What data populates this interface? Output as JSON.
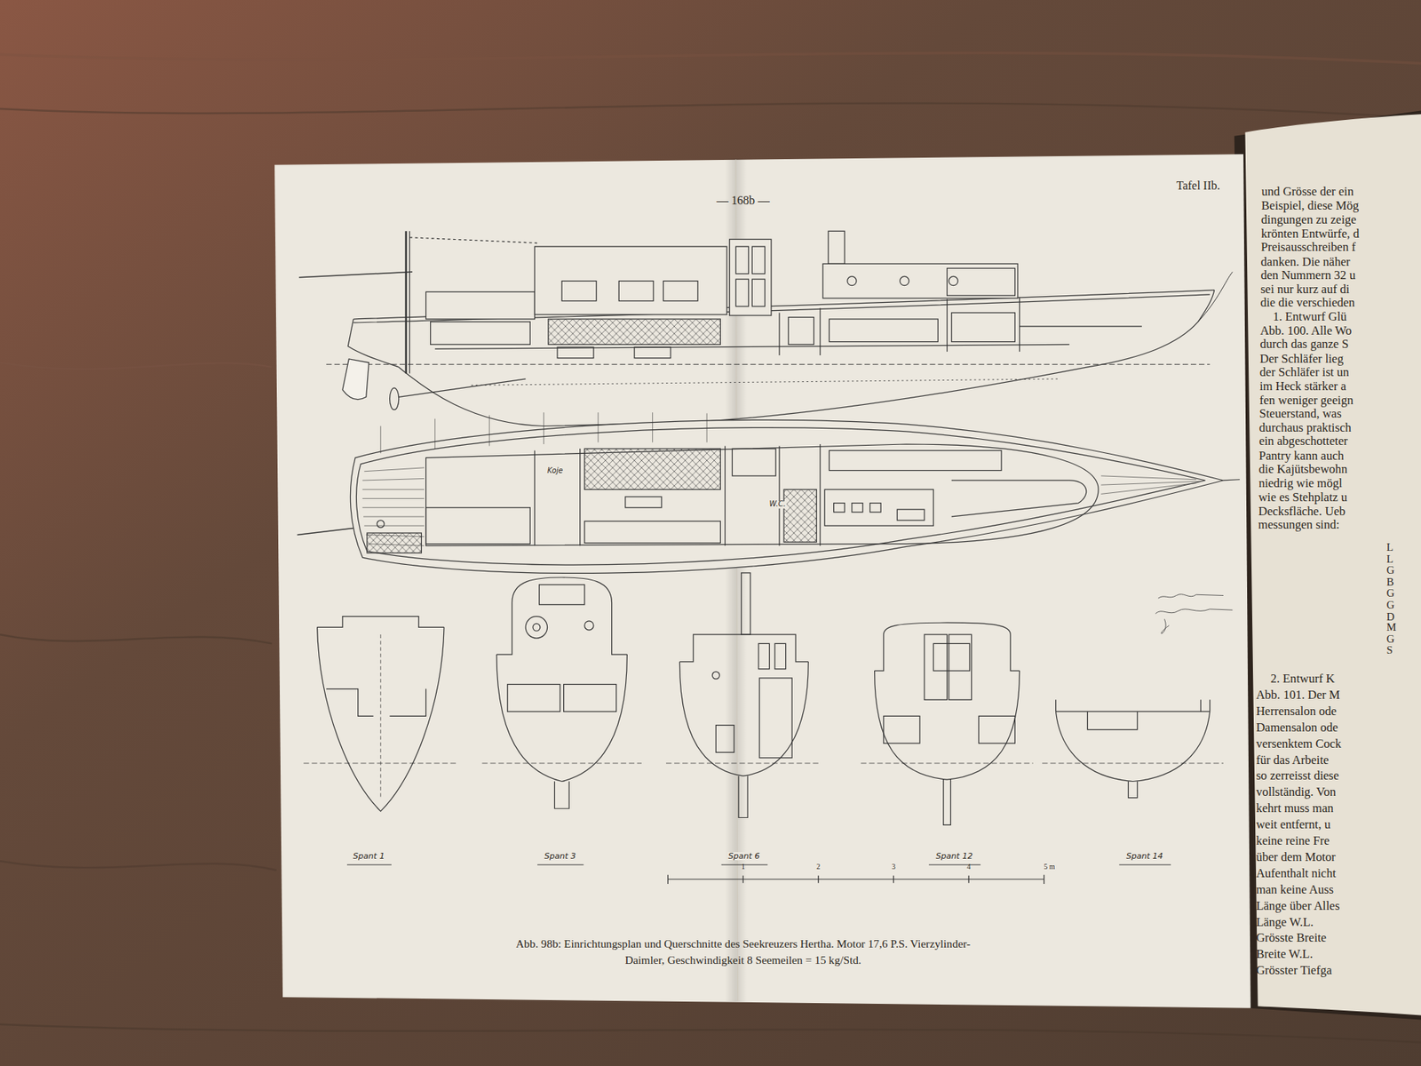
{
  "diagram": {
    "caption": "Abb. 98b: Einrichtungsplan und Querschnitte des Seekreuzers Hertha. Motor 17,6 P.S. Vierzylinder-Daimler, Geschwindigkeit 8 Seemeilen = 15 kg/Std.",
    "labels": [
      "— 168b —",
      "Tafel IIb.",
      "Koje",
      "W.C.",
      "Spant 1",
      "Spant 3",
      "Spant 6",
      "Spant 12",
      "Spant 14",
      "1",
      "2",
      "3",
      "4",
      "5 m",
      "und Grösse der ein",
      "Beispiel, diese Mög",
      "dingungen zu zeige",
      "krönten Entwürfe, d",
      "Preisausschreiben f",
      "danken. Die näher",
      "den Nummern 32 u",
      "sei nur kurz auf di",
      "die die verschieden",
      "1. Entwurf Glü",
      "Abb. 100. Alle Wo",
      "durch das ganze S",
      "Der Schläfer lieg",
      "der Schläfer ist un",
      "im Heck stärker a",
      "fen weniger geeign",
      "Steuerstand, was",
      "durchaus praktisch",
      "ein abgeschotteter",
      "Pantry kann auch",
      "die Kajütsbewohn",
      "niedrig wie mögl",
      "wie es Stehplatz u",
      "Decksfläche. Ueb",
      "messungen sind:",
      "L",
      "L",
      "G",
      "B",
      "G",
      "G",
      "D",
      "M",
      "G",
      "S",
      "2. Entwurf K",
      "Abb. 101. Der M",
      "Herrensalon ode",
      "Damensalon ode",
      "versenktem Cock",
      "für das Arbeite",
      "so zerreisst diese",
      "vollständig. Von",
      "kehrt muss man",
      "weit entfernt, u",
      "keine reine Fre",
      "über dem Motor",
      "Aufenthalt nicht",
      "man keine Auss",
      "Länge über Alles",
      "Länge W.L.",
      "Grösste Breite",
      "Breite W.L.",
      "Grösster Tiefga"
    ]
  }
}
